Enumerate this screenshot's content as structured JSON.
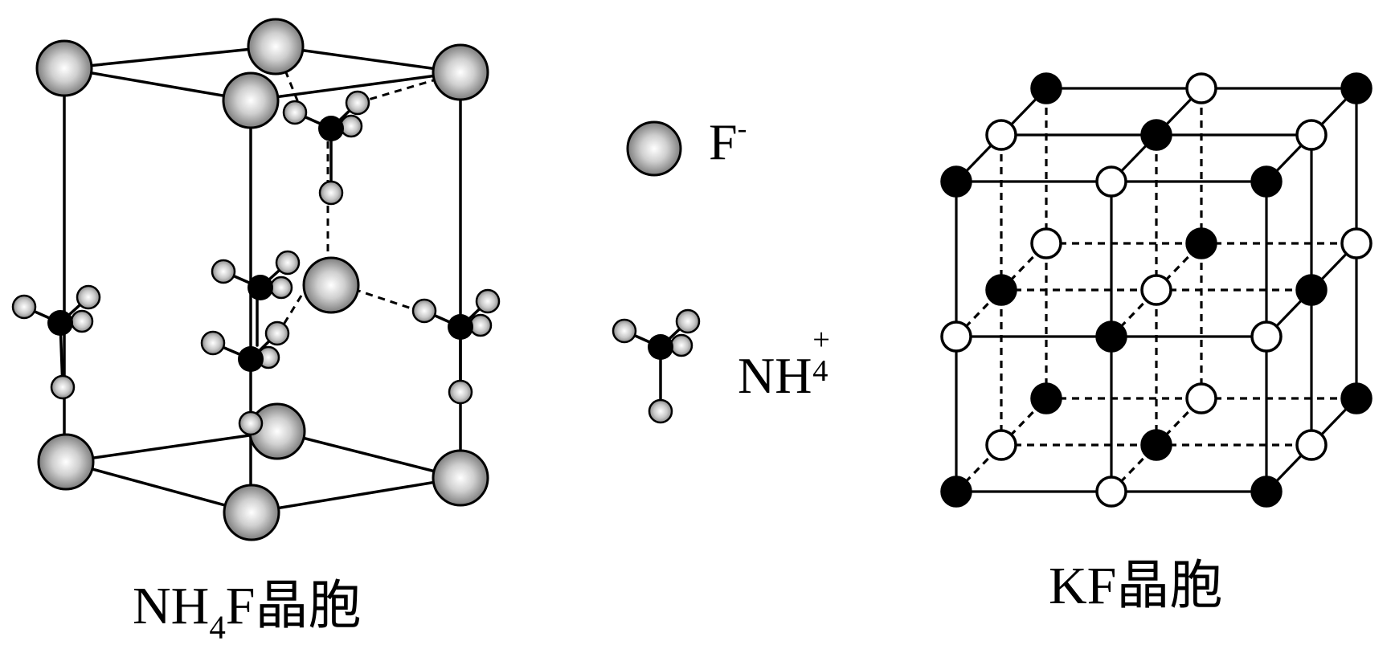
{
  "legend": {
    "fluoride": {
      "symbol": "F",
      "charge": "-"
    },
    "ammonium": {
      "symbol": "NH",
      "subscript": "4",
      "charge": "+"
    }
  },
  "captions": {
    "nh4f": {
      "prefix": "NH",
      "subscript": "4",
      "suffix": "F晶胞"
    },
    "kf": {
      "text": "KF晶胞"
    }
  },
  "colors": {
    "line": "#000000",
    "filled_atom": "#000000",
    "open_atom": "#ffffff",
    "f_ion_light": "#ffffff",
    "f_ion_dark": "#6e6e6e"
  }
}
